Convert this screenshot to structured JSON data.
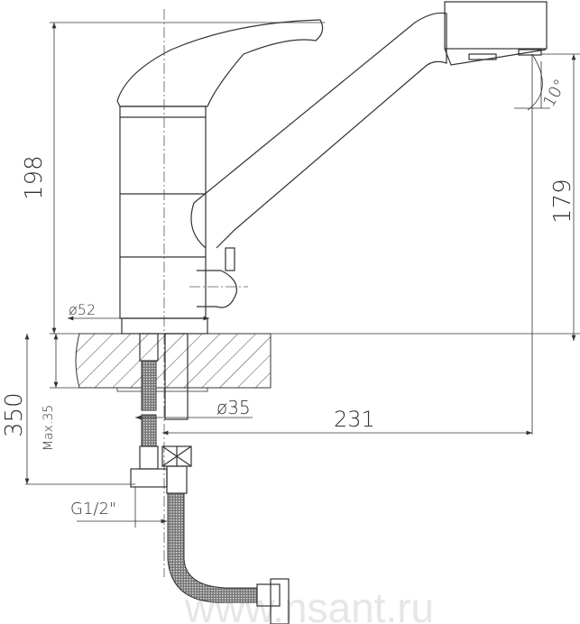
{
  "drawing": {
    "dimensions": {
      "total_height": "198",
      "spout_height": "179",
      "spout_angle": "10°",
      "base_diameter": "ø52",
      "hole_diameter": "ø35",
      "spout_reach": "231",
      "hose_length": "350",
      "max_counter_thickness": "Max.35",
      "thread": "G1/2\""
    },
    "watermark": "www.nsant.ru"
  }
}
